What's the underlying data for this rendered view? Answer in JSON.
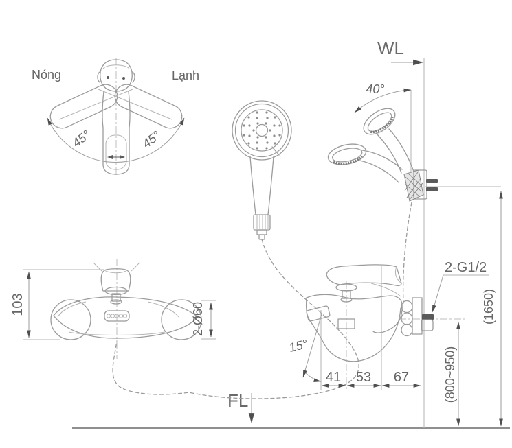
{
  "drawing": {
    "reference_lines": {
      "water_line": "WL",
      "floor_line": "FL"
    },
    "handle_top_view": {
      "hot": "Nóng",
      "cold": "Lạnh",
      "left_swing_angle": "45°",
      "right_swing_angle": "45°"
    },
    "front_view": {
      "total_height": "103",
      "escutcheon_diameter": "2-Ø60"
    },
    "side_view": {
      "holder_swivel_angle": "40°",
      "spout_angle": "15°",
      "depth_dims": [
        "41",
        "53",
        "67"
      ],
      "supply_thread": "2-G1/2",
      "holder_height": "(1650)",
      "installation_height": "(800~950)"
    },
    "colors": {
      "line": "#9b9b9b",
      "thin_line": "#b3b3b3",
      "dark": "#4f4f4f",
      "text": "#666666",
      "background": "#ffffff"
    }
  }
}
